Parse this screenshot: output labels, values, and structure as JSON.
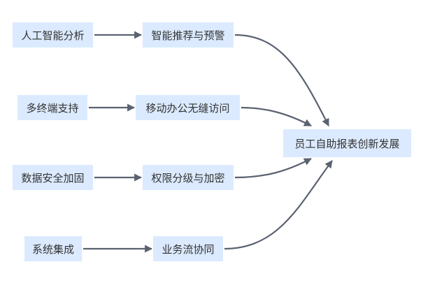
{
  "nodes": {
    "ai": "人工智能分析",
    "rec": "智能推荐与预警",
    "multi": "多终端支持",
    "mobile": "移动办公无缝访问",
    "data": "数据安全加固",
    "perm": "权限分级与加密",
    "sys": "系统集成",
    "flow": "业务流协同",
    "target": "员工自助报表创新发展"
  },
  "edges": [
    {
      "from": "ai",
      "to": "rec"
    },
    {
      "from": "multi",
      "to": "mobile"
    },
    {
      "from": "data",
      "to": "perm"
    },
    {
      "from": "sys",
      "to": "flow"
    },
    {
      "from": "rec",
      "to": "target"
    },
    {
      "from": "mobile",
      "to": "target"
    },
    {
      "from": "perm",
      "to": "target"
    },
    {
      "from": "flow",
      "to": "target"
    }
  ],
  "colors": {
    "node_fill": "#dbeafe",
    "edge": "#5a6270",
    "text": "#333333"
  }
}
